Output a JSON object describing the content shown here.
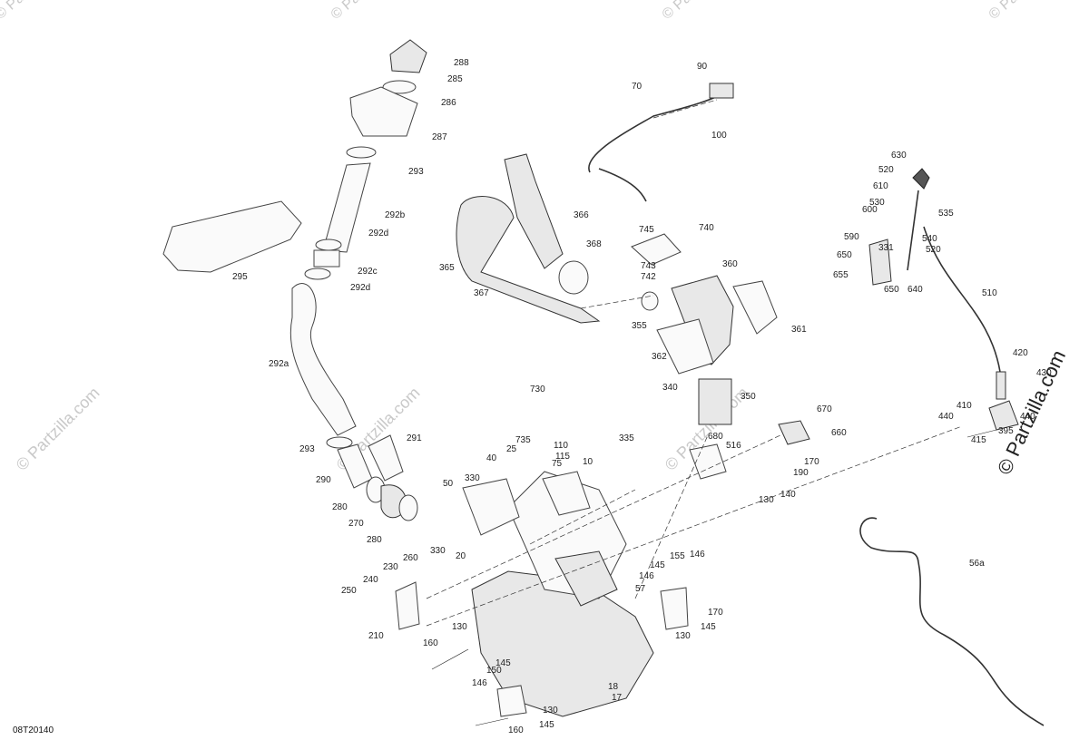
{
  "diagram": {
    "reference_code": "08T20140",
    "watermark_text": "© Partzilla.com",
    "watermark_side_text": "© Partzilla.com",
    "callouts": [
      {
        "label": "288"
      },
      {
        "label": "285"
      },
      {
        "label": "286"
      },
      {
        "label": "287"
      },
      {
        "label": "293"
      },
      {
        "label": "292b"
      },
      {
        "label": "292d"
      },
      {
        "label": "292c"
      },
      {
        "label": "292d"
      },
      {
        "label": "295"
      },
      {
        "label": "292a"
      },
      {
        "label": "293"
      },
      {
        "label": "291"
      },
      {
        "label": "290"
      },
      {
        "label": "280"
      },
      {
        "label": "270"
      },
      {
        "label": "280"
      },
      {
        "label": "70"
      },
      {
        "label": "90"
      },
      {
        "label": "100"
      },
      {
        "label": "366"
      },
      {
        "label": "368"
      },
      {
        "label": "365"
      },
      {
        "label": "367"
      },
      {
        "label": "745"
      },
      {
        "label": "740"
      },
      {
        "label": "743"
      },
      {
        "label": "742"
      },
      {
        "label": "360"
      },
      {
        "label": "355"
      },
      {
        "label": "361"
      },
      {
        "label": "362"
      },
      {
        "label": "340"
      },
      {
        "label": "350"
      },
      {
        "label": "630"
      },
      {
        "label": "520"
      },
      {
        "label": "610"
      },
      {
        "label": "530"
      },
      {
        "label": "535"
      },
      {
        "label": "600"
      },
      {
        "label": "540"
      },
      {
        "label": "590"
      },
      {
        "label": "331"
      },
      {
        "label": "650"
      },
      {
        "label": "520"
      },
      {
        "label": "655"
      },
      {
        "label": "650"
      },
      {
        "label": "640"
      },
      {
        "label": "510"
      },
      {
        "label": "420"
      },
      {
        "label": "410"
      },
      {
        "label": "430"
      },
      {
        "label": "440"
      },
      {
        "label": "440"
      },
      {
        "label": "395"
      },
      {
        "label": "415"
      },
      {
        "label": "730"
      },
      {
        "label": "735"
      },
      {
        "label": "335"
      },
      {
        "label": "110"
      },
      {
        "label": "115"
      },
      {
        "label": "25"
      },
      {
        "label": "40"
      },
      {
        "label": "75"
      },
      {
        "label": "10"
      },
      {
        "label": "330"
      },
      {
        "label": "50"
      },
      {
        "label": "330"
      },
      {
        "label": "20"
      },
      {
        "label": "670"
      },
      {
        "label": "660"
      },
      {
        "label": "680"
      },
      {
        "label": "516"
      },
      {
        "label": "170"
      },
      {
        "label": "190"
      },
      {
        "label": "130"
      },
      {
        "label": "140"
      },
      {
        "label": "260"
      },
      {
        "label": "230"
      },
      {
        "label": "240"
      },
      {
        "label": "250"
      },
      {
        "label": "210"
      },
      {
        "label": "160"
      },
      {
        "label": "130"
      },
      {
        "label": "145"
      },
      {
        "label": "150"
      },
      {
        "label": "146"
      },
      {
        "label": "130"
      },
      {
        "label": "145"
      },
      {
        "label": "160"
      },
      {
        "label": "18"
      },
      {
        "label": "17"
      },
      {
        "label": "57"
      },
      {
        "label": "146"
      },
      {
        "label": "145"
      },
      {
        "label": "155"
      },
      {
        "label": "146"
      },
      {
        "label": "170"
      },
      {
        "label": "145"
      },
      {
        "label": "130"
      },
      {
        "label": "56a"
      }
    ]
  }
}
